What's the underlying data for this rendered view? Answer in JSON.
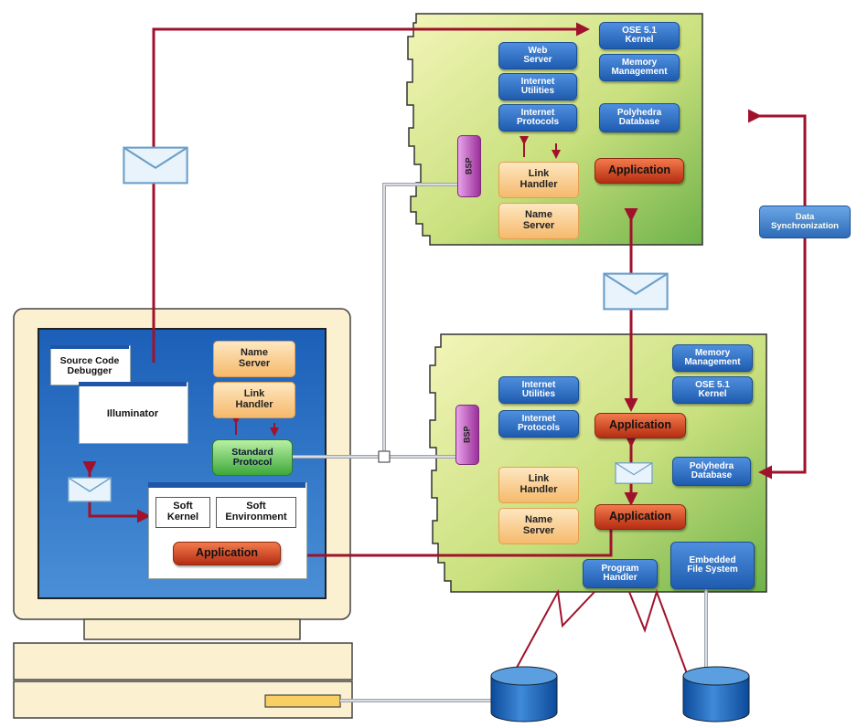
{
  "top_board": {
    "ose_kernel": "OSE 5.1\nKernel",
    "memory_management": "Memory\nManagement",
    "web_server": "Web\nServer",
    "internet_utilities": "Internet\nUtilities",
    "internet_protocols": "Internet\nProtocols",
    "polyhedra_database": "Polyhedra\nDatabase",
    "bsp": "BSP",
    "link_handler": "Link\nHandler",
    "application": "Application",
    "name_server": "Name\nServer"
  },
  "bottom_board": {
    "memory_management": "Memory\nManagement",
    "ose_kernel": "OSE 5.1\nKernel",
    "internet_utilities": "Internet\nUtilities",
    "internet_protocols": "Internet\nProtocols",
    "bsp": "BSP",
    "application_top": "Application",
    "polyhedra_database": "Polyhedra\nDatabase",
    "link_handler": "Link\nHandler",
    "name_server": "Name\nServer",
    "application_bottom": "Application",
    "program_handler": "Program\nHandler",
    "embedded_file_system": "Embedded\nFile System"
  },
  "data_sync": "Data\nSynchronization",
  "pc": {
    "source_code_debugger": "Source Code\nDebugger",
    "illuminator": "Illuminator",
    "name_server": "Name\nServer",
    "link_handler": "Link\nHandler",
    "standard_protocol": "Standard\nProtocol",
    "soft_kernel": "Soft\nKernel",
    "soft_environment": "Soft\nEnvironment",
    "application": "Application"
  },
  "colors": {
    "arrow_red": "#a0122c",
    "board_green_light": "#eef2a8",
    "board_green_dark": "#7fbf55",
    "screen_blue": "#2a6fc4",
    "monitor_beige": "#fbf0cf",
    "cable_gray": "#c8ccd2"
  },
  "icons": [
    "envelope-icon",
    "database-cylinder-icon"
  ]
}
